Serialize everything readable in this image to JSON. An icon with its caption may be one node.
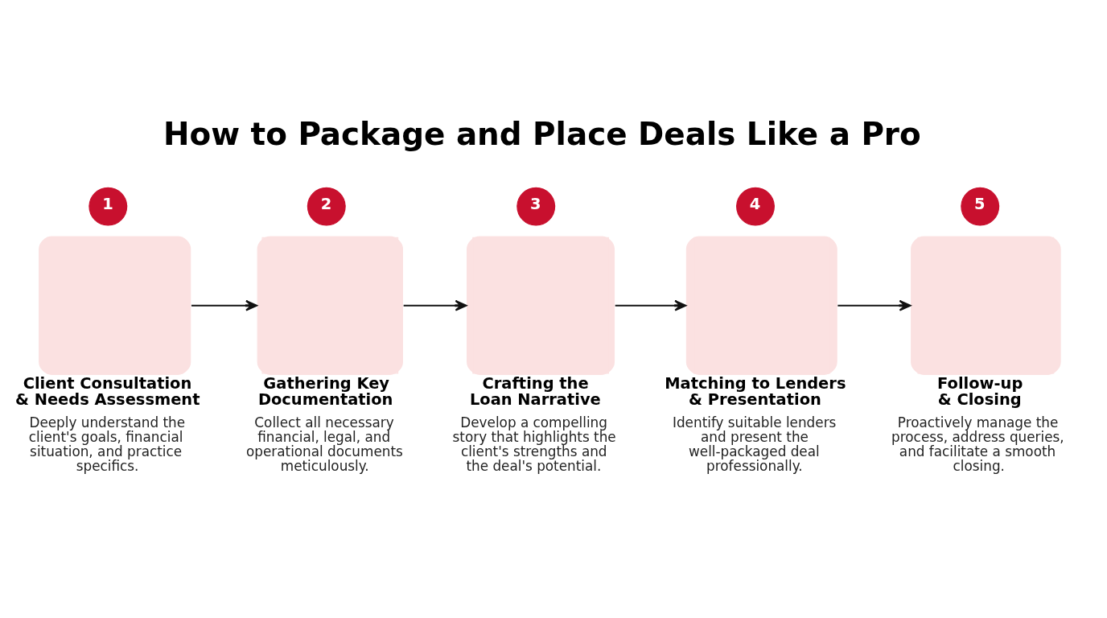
{
  "diagram": {
    "title": "How to Package and Place Deals Like a Pro",
    "nodes": [
      {
        "text": [
          "1"
        ]
      },
      {
        "text": [
          "Client Consultation & Needs Assessment"
        ],
        "beside": [
          "Deeply understand the client's goals, financial situation, and practice specifics."
        ]
      },
      {
        "text": [
          "2"
        ]
      },
      {
        "text": [
          "Gathering Key Documentation"
        ],
        "beside": [
          "Collect all necessary financial, legal, and operational documents meticulously."
        ]
      },
      {
        "text": [
          "3"
        ]
      },
      {
        "text": [
          "Crafting the Loan Narrative"
        ],
        "beside": [
          "Develop a compelling story that highlights the client's strengths and the deal's potential."
        ]
      },
      {
        "text": [
          "4"
        ]
      },
      {
        "text": [
          "Matching to Lenders & Presentation"
        ],
        "beside": [
          "Identify suitable lenders and present the well-packaged deal professionally."
        ]
      },
      {
        "text": [
          "5"
        ]
      },
      {
        "text": [
          "Follow-up & Closing"
        ],
        "beside": [
          "Proactively manage the process, address queries, and facilitate a smooth closing."
        ]
      }
    ],
    "edges": [
      {
        "from": 1,
        "to": 3,
        "arrow": "to"
      },
      {
        "from": 3,
        "to": 5,
        "arrow": "to"
      },
      {
        "from": 5,
        "to": 7,
        "arrow": "to"
      },
      {
        "from": 7,
        "to": 9,
        "arrow": "to"
      }
    ]
  }
}
